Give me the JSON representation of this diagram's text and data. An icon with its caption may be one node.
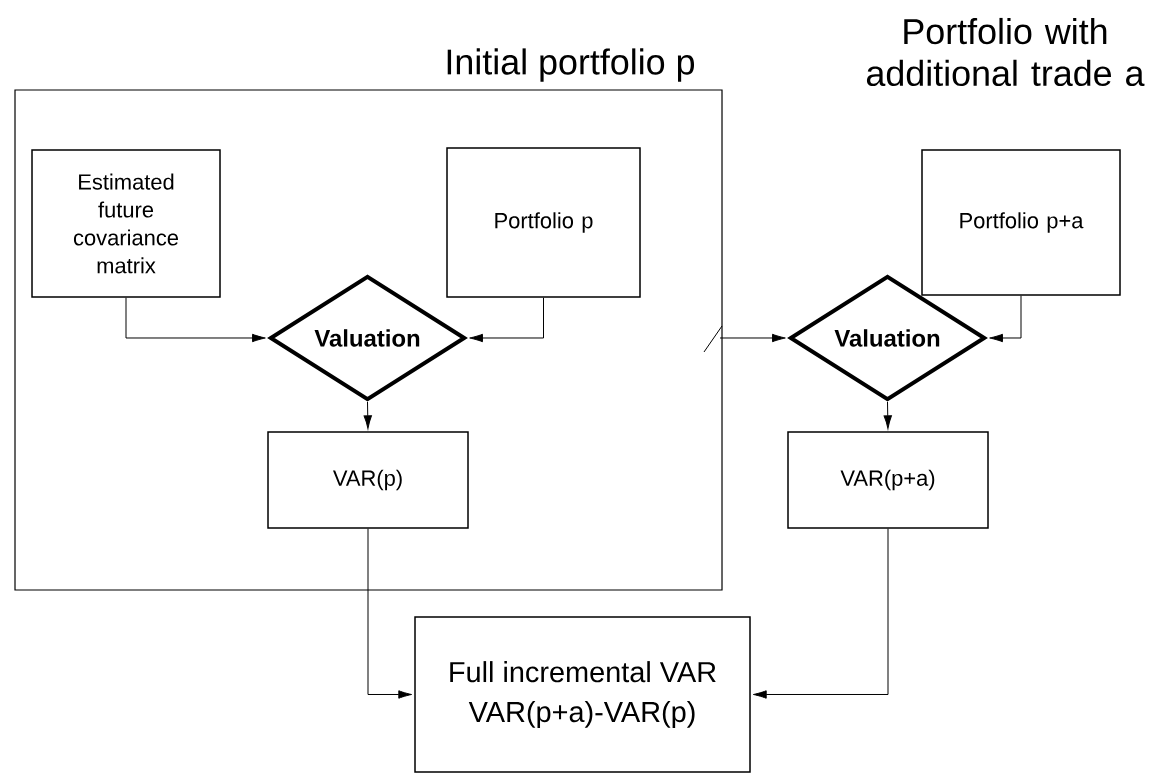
{
  "diagram": {
    "nodes": [
      {
        "text": [
          "Initial portfolio p"
        ]
      },
      {
        "text": [
          "Estimated future covariance matrix"
        ],
        "in": 0
      },
      {
        "text": [
          "Portfolio p"
        ],
        "in": 0
      },
      {
        "text": [
          "Valuation"
        ],
        "in": 0
      },
      {
        "text": [
          "VAR(p)"
        ],
        "in": 0
      },
      {
        "text": [
          "Portfolio p+a"
        ]
      },
      {
        "text": [
          "Valuation"
        ]
      },
      {
        "text": [
          "VAR(p+a)"
        ]
      },
      {
        "text": [
          "Full incremental VAR",
          "VAR(p+a)-VAR(p)"
        ]
      }
    ],
    "edges": [
      {
        "from": 1,
        "to": 3,
        "arrow": "to"
      },
      {
        "from": 2,
        "to": 3,
        "arrow": "to"
      },
      {
        "from": null,
        "to": 6,
        "arrow": "to"
      },
      {
        "from": 5,
        "to": 6,
        "arrow": "to"
      },
      {
        "from": 3,
        "to": 4,
        "arrow": "to"
      },
      {
        "from": 6,
        "to": 7,
        "arrow": "to"
      },
      {
        "from": 4,
        "to": 8,
        "arrow": "to"
      },
      {
        "from": 7,
        "to": 8,
        "arrow": "to"
      }
    ],
    "labels": [
      "Portfolio with additional trade a"
    ]
  }
}
